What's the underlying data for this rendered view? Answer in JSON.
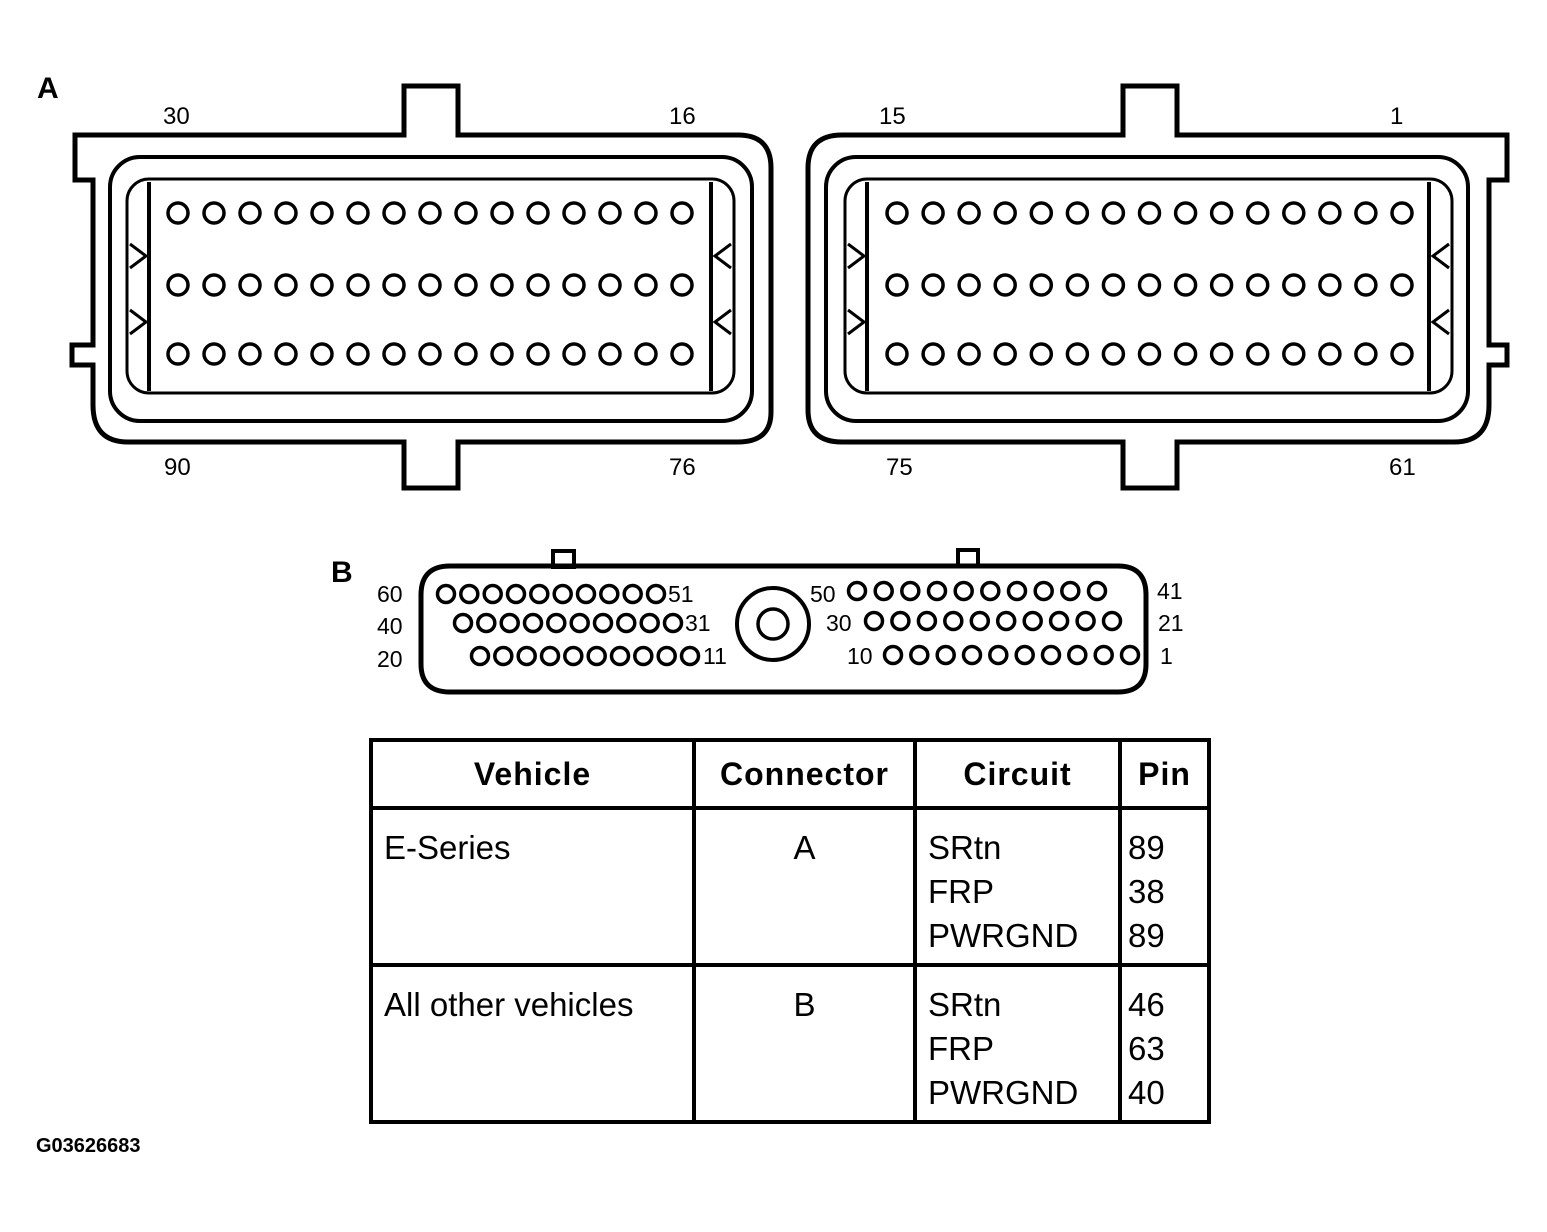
{
  "connector_a": {
    "label": "A",
    "pin_labels": {
      "top_left": "30",
      "top_mid_left": "16",
      "top_mid_right": "15",
      "top_right": "1",
      "bottom_left": "90",
      "bottom_mid_left": "76",
      "bottom_mid_right": "75",
      "bottom_right": "61"
    }
  },
  "connector_b": {
    "label": "B",
    "pin_labels": {
      "left_row1_start": "60",
      "left_row1_end": "51",
      "left_row2_start": "40",
      "left_row2_end": "31",
      "left_row3_start": "20",
      "left_row3_end": "11",
      "right_row1_start": "50",
      "right_row1_end": "41",
      "right_row2_start": "30",
      "right_row2_end": "21",
      "right_row3_start": "10",
      "right_row3_end": "1"
    }
  },
  "table": {
    "headers": [
      "Vehicle",
      "Connector",
      "Circuit",
      "Pin"
    ],
    "rows": [
      {
        "vehicle": "E-Series",
        "connector": "A",
        "circuits": [
          "SRtn",
          "FRP",
          "PWRGND"
        ],
        "pins": [
          "89",
          "38",
          "89"
        ]
      },
      {
        "vehicle": "All other vehicles",
        "connector": "B",
        "circuits": [
          "SRtn",
          "FRP",
          "PWRGND"
        ],
        "pins": [
          "46",
          "63",
          "40"
        ]
      }
    ]
  },
  "figure_code": "G03626683"
}
